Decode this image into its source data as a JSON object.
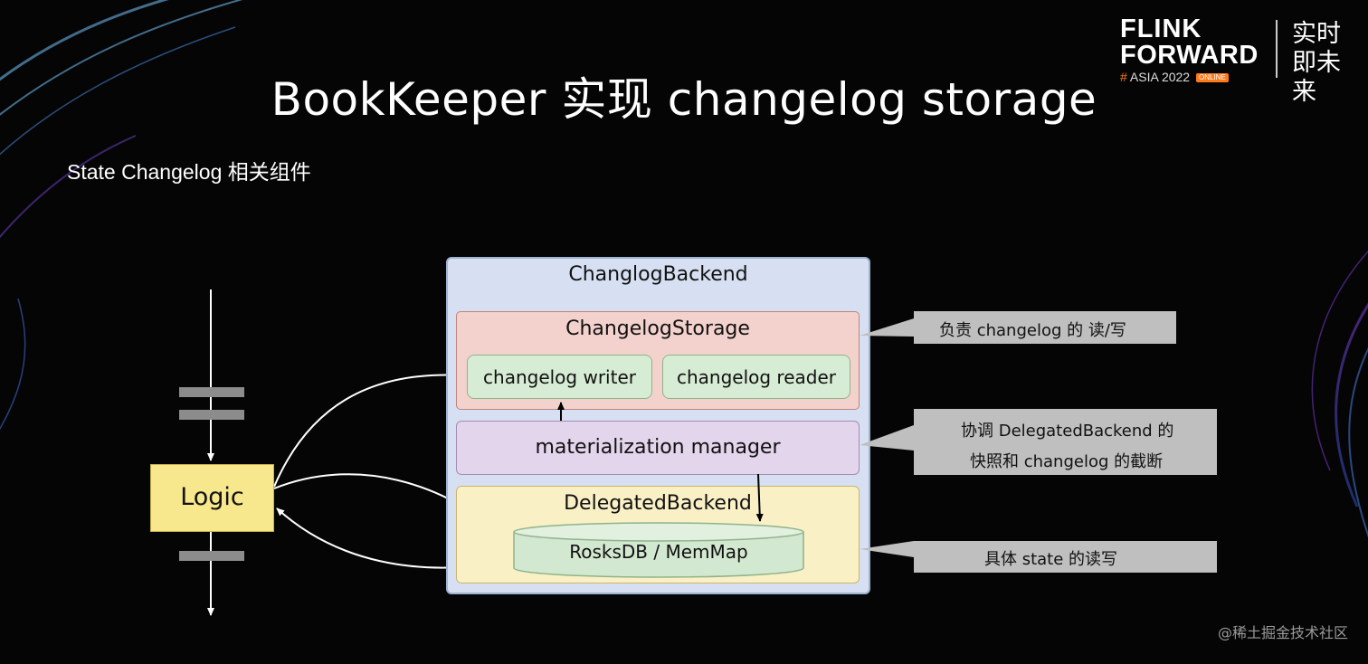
{
  "header": {
    "title": "BookKeeper 实现 changelog storage",
    "subtitle": "State Changelog 相关组件"
  },
  "brand": {
    "line1": "FLINK",
    "line2": "FORWARD",
    "hash": "#",
    "event": "ASIA 2022",
    "badge": "ONLINE",
    "slogan": "实时即未来"
  },
  "diagram": {
    "backend": "ChanglogBackend",
    "storage": "ChangelogStorage",
    "writer": "changelog writer",
    "reader": "changelog reader",
    "manager": "materialization manager",
    "delegated": "DelegatedBackend",
    "db": "RosksDB / MemMap",
    "logic": "Logic"
  },
  "notes": {
    "storage": "负责 changelog 的 读/写",
    "manager_line1": "协调 DelegatedBackend 的",
    "manager_line2": "快照和 changelog 的截断",
    "db": "具体 state 的读写"
  },
  "watermark": "@稀土掘金技术社区",
  "colors": {
    "background": "#050505",
    "backend": "#d6e0f2",
    "storage": "#f3d2cd",
    "component": "#d7ecd4",
    "manager": "#e3d5ec",
    "delegated": "#faf0c6",
    "logic": "#f7e78d",
    "note": "#bfbfbf",
    "brand_accent": "#ff7a1a"
  }
}
